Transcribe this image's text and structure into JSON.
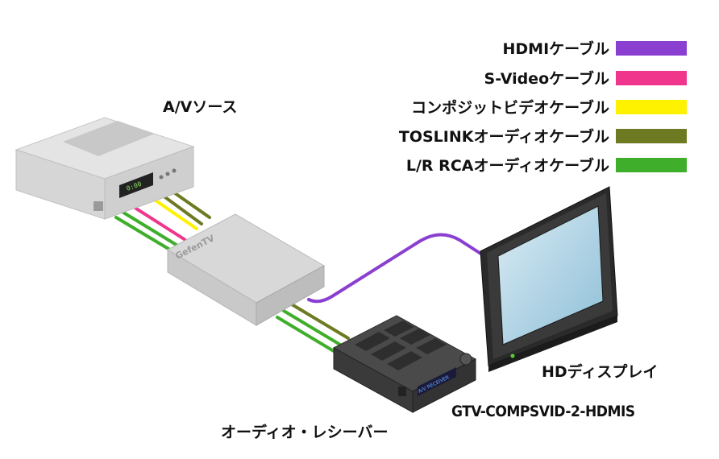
{
  "legend": [
    {
      "label": "HDMIケーブル",
      "color": "#8a3fd1"
    },
    {
      "label": "S-Videoケーブル",
      "color": "#f0358c"
    },
    {
      "label": "コンポジットビデオケーブル",
      "color": "#fff200"
    },
    {
      "label": "TOSLINKオーディオケーブル",
      "color": "#6e7a22"
    },
    {
      "label": "L/R RCAオーディオケーブル",
      "color": "#3fae2a"
    }
  ],
  "labels": {
    "av_source": "A/Vソース",
    "hd_display": "HDディスプレイ",
    "model": "GTV-COMPSVID-2-HDMIS",
    "receiver": "オーディオ・レシーバー",
    "brand": "GefenTV",
    "source_display": "0:00",
    "receiver_display": "A/V RECEIVER"
  }
}
